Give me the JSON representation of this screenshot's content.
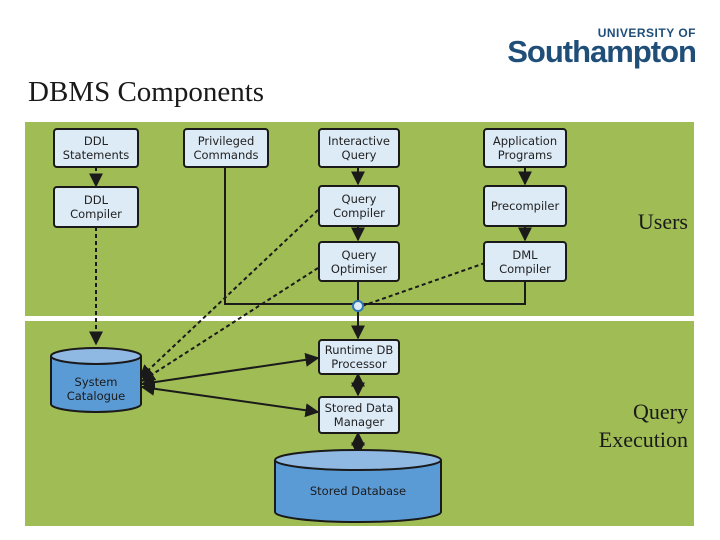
{
  "logo": {
    "line1": "UNIVERSITY OF",
    "line2": "Southampton"
  },
  "title": "DBMS Components",
  "boxes": {
    "ddl_statements": "DDL\nStatements",
    "privileged_commands": "Privileged\nCommands",
    "interactive_query": "Interactive\nQuery",
    "application_programs": "Application\nPrograms",
    "ddl_compiler": "DDL\nCompiler",
    "query_compiler": "Query\nCompiler",
    "precompiler": "Precompiler",
    "query_optimiser": "Query\nOptimiser",
    "dml_compiler": "DML\nCompiler",
    "runtime_db_processor": "Runtime DB\nProcessor",
    "stored_data_manager": "Stored Data\nManager"
  },
  "cylinders": {
    "system_catalogue": "System\nCatalogue",
    "stored_database": "Stored Database"
  },
  "labels": {
    "users": "Users",
    "query_execution": "Query\nExecution"
  },
  "colors": {
    "band_green": "#9fbc55",
    "box_fill": "#ddebf7",
    "cylinder_fill": "#5b9bd5",
    "logo_blue": "#1f4e79"
  }
}
